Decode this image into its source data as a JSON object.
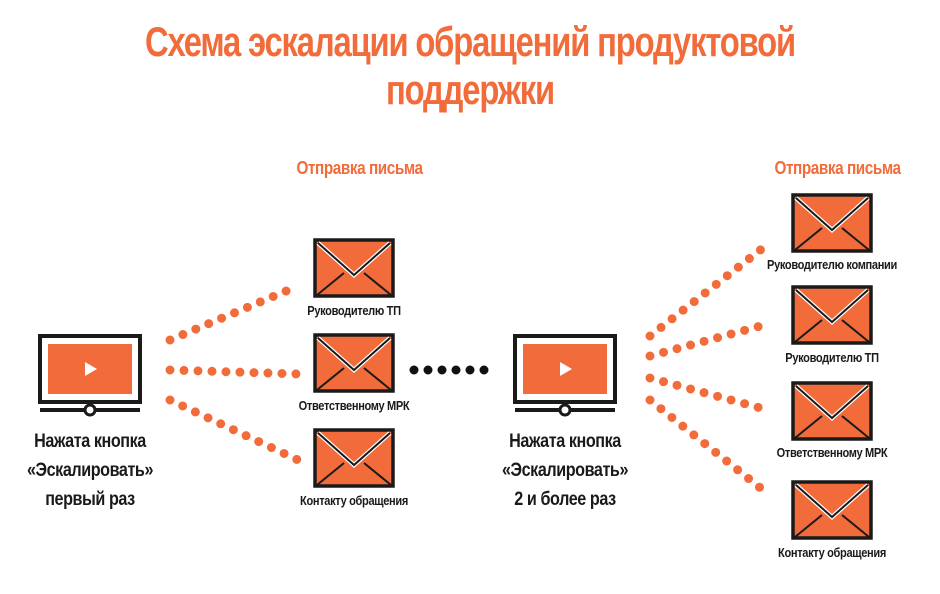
{
  "title": "Схема эскалации обращений продуктовой поддержки",
  "colors": {
    "accent": "#f26b3a",
    "outline": "#1a1a1a",
    "dots": "#111111"
  },
  "icons": {
    "monitor": "monitor-play-icon",
    "envelope": "envelope-icon"
  },
  "first_escalation": {
    "trigger": {
      "line1": "Нажата кнопка",
      "line2": "«Эскалировать»",
      "line3": "первый раз"
    },
    "caption": "Отправка письма",
    "recipients": [
      "Руководителю ТП",
      "Ответственному МРК",
      "Контакту обращения"
    ]
  },
  "repeat_escalation": {
    "trigger": {
      "line1": "Нажата кнопка",
      "line2": "«Эскалировать»",
      "line3": "2 и более раз"
    },
    "caption": "Отправка письма",
    "recipients": [
      "Руководителю компании",
      "Руководителю ТП",
      "Ответственному МРК",
      "Контакту обращения"
    ]
  }
}
